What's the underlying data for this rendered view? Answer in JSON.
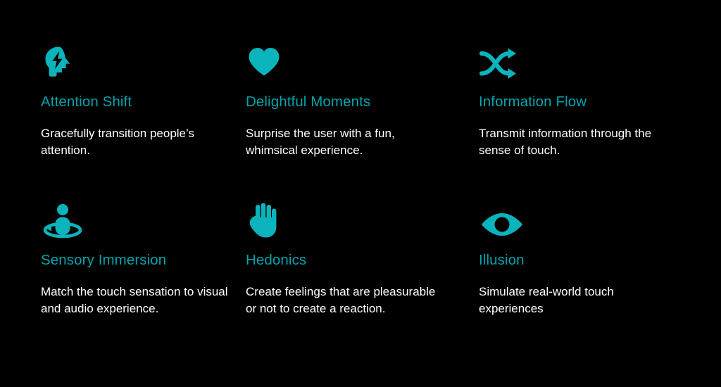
{
  "theme": {
    "background": "#000000",
    "icon_color": "#0BB4BC",
    "title_color": "#00A5AD",
    "body_color": "#FFFFFF"
  },
  "cards": [
    {
      "icon": "head-lightning-icon",
      "title": "Attention Shift",
      "description": "Gracefully transition people’s attention."
    },
    {
      "icon": "heart-icon",
      "title": "Delightful Moments",
      "description": "Surprise the user with a fun, whimsical experience."
    },
    {
      "icon": "shuffle-arrows-icon",
      "title": "Information Flow",
      "description": "Transmit information through the sense of touch."
    },
    {
      "icon": "person-immersion-icon",
      "title": "Sensory Immersion",
      "description": "Match the touch sensation to visual and audio experience."
    },
    {
      "icon": "hand-icon",
      "title": "Hedonics",
      "description": "Create feelings that are pleasurable or not to create a reaction."
    },
    {
      "icon": "eye-icon",
      "title": "Illusion",
      "description": "Simulate real-world touch experiences"
    }
  ]
}
